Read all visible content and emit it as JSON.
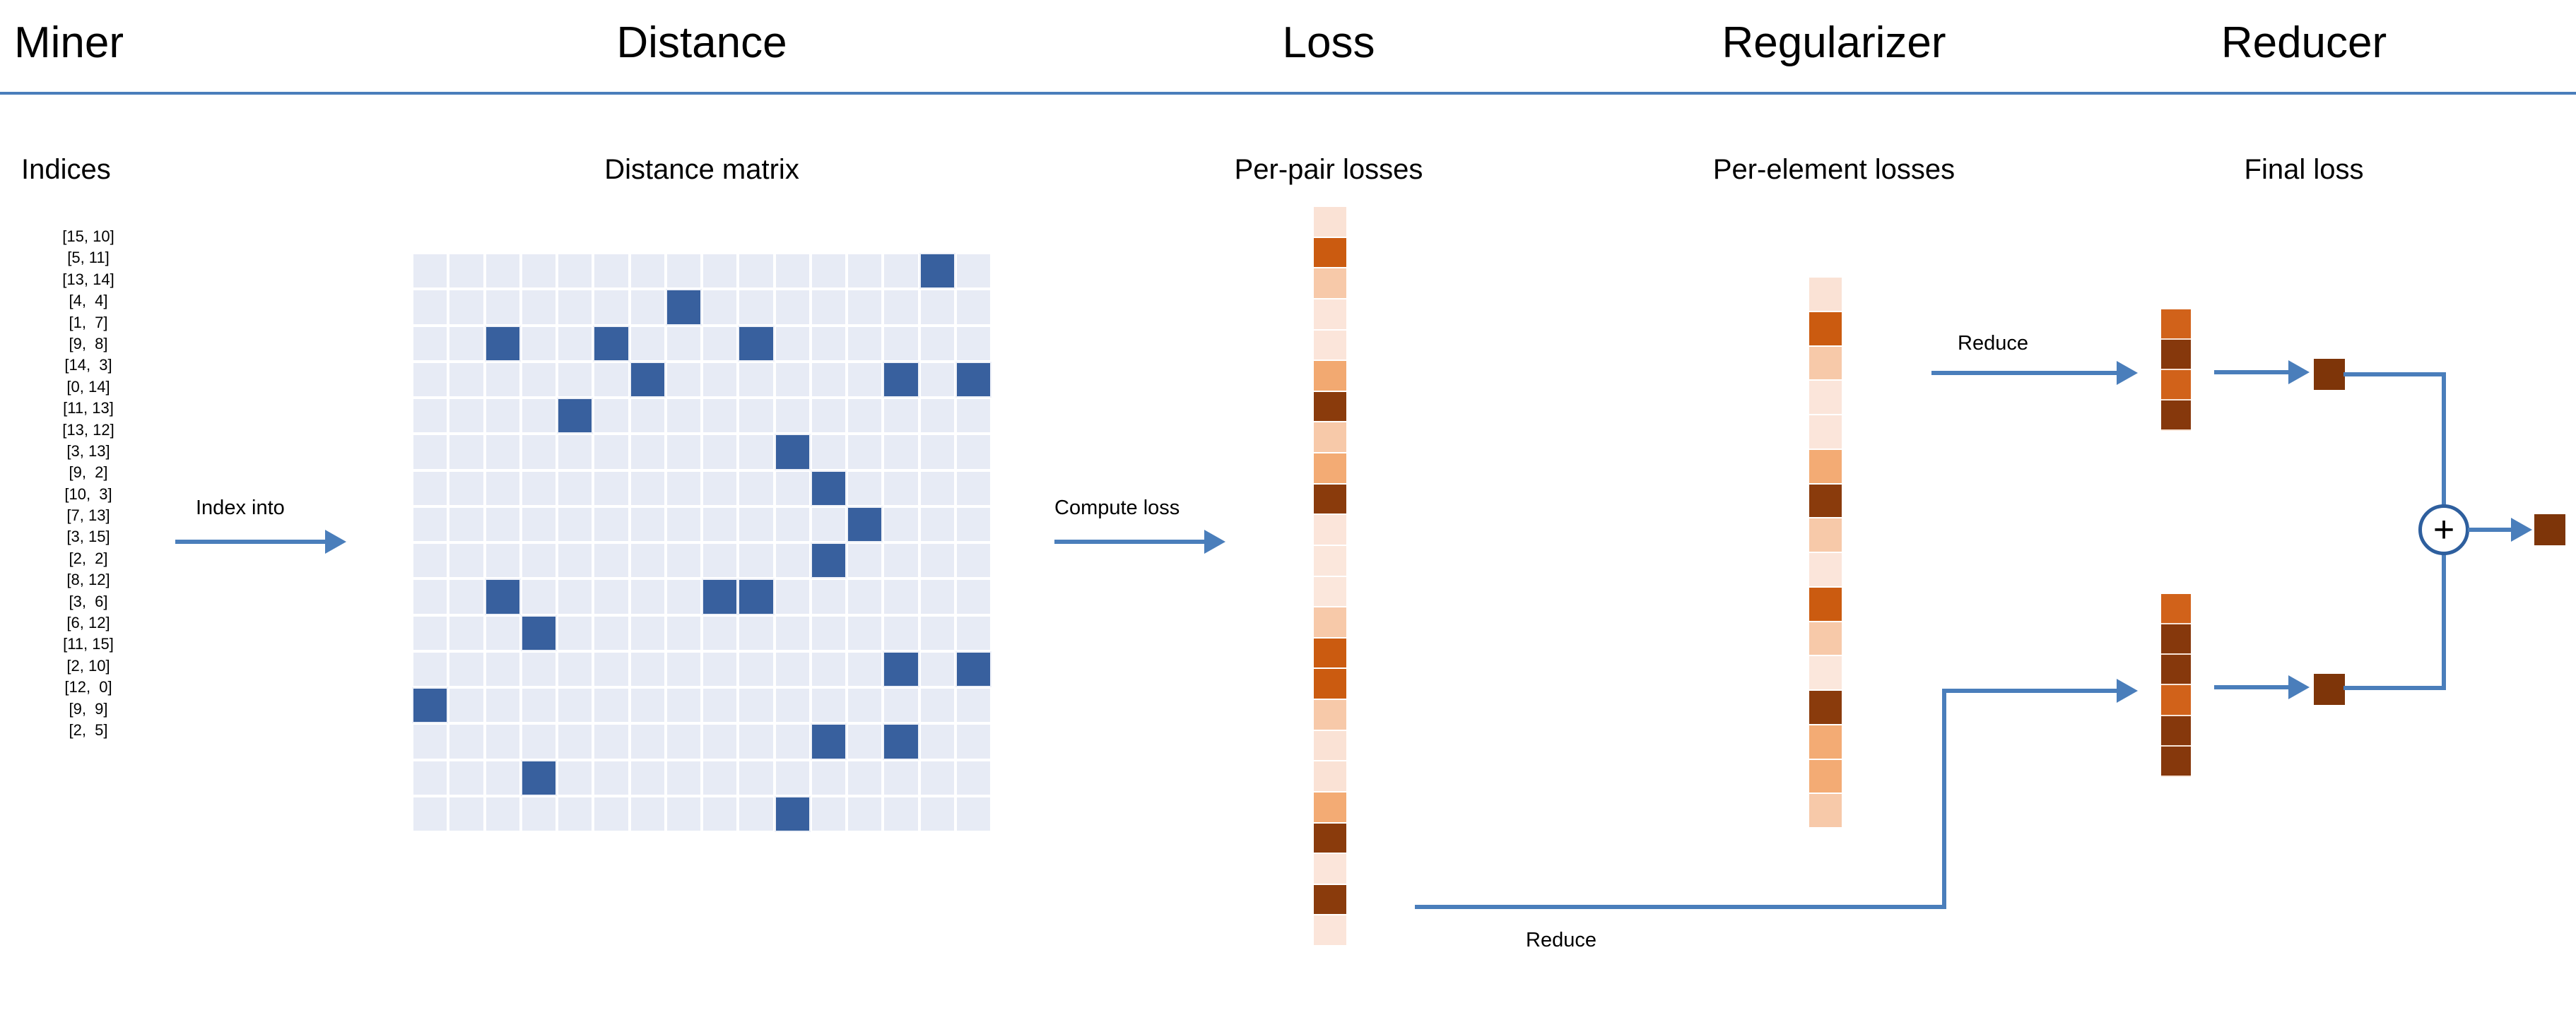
{
  "figure": {
    "background": "#ffffff",
    "accent_blue": "#4a7ebb",
    "matrix_cell_off": "#e7ebf5",
    "matrix_cell_on": "#38609e"
  },
  "stages": [
    {
      "title": "Miner",
      "subtitle": "Indices"
    },
    {
      "title": "Distance",
      "subtitle": "Distance matrix"
    },
    {
      "title": "Loss",
      "subtitle": "Per-pair losses"
    },
    {
      "title": "Regularizer",
      "subtitle": "Per-element losses"
    },
    {
      "title": "Reducer",
      "subtitle": "Final loss"
    }
  ],
  "arrows": [
    {
      "label": "Index into"
    },
    {
      "label": "Compute loss"
    },
    {
      "label": "Reduce"
    },
    {
      "label": "Reduce"
    }
  ],
  "plus_node": {
    "glyph": "+"
  },
  "indices": {
    "pairs": [
      "[15, 10]",
      "[5, 11]",
      "[13, 14]",
      "[4,  4]",
      "[1,  7]",
      "[9,  8]",
      "[14,  3]",
      "[0, 14]",
      "[11, 13]",
      "[13, 12]",
      "[3, 13]",
      "[9,  2]",
      "[10,  3]",
      "[7, 13]",
      "[3, 15]",
      "[2,  2]",
      "[8, 12]",
      "[3,  6]",
      "[6, 12]",
      "[11, 15]",
      "[2, 10]",
      "[12,  0]",
      "[9,  9]",
      "[2,  5]"
    ]
  },
  "chart_data": {
    "type": "heatmap",
    "title": "Distance matrix",
    "rows": 16,
    "cols": 16,
    "highlighted_cells": [
      [
        0,
        14
      ],
      [
        1,
        7
      ],
      [
        2,
        2
      ],
      [
        2,
        5
      ],
      [
        2,
        9
      ],
      [
        3,
        6
      ],
      [
        3,
        13
      ],
      [
        3,
        15
      ],
      [
        4,
        4
      ],
      [
        5,
        10
      ],
      [
        6,
        11
      ],
      [
        7,
        12
      ],
      [
        8,
        11
      ],
      [
        9,
        2
      ],
      [
        9,
        8
      ],
      [
        9,
        9
      ],
      [
        10,
        3
      ],
      [
        11,
        13
      ],
      [
        11,
        15
      ],
      [
        12,
        0
      ],
      [
        13,
        11
      ],
      [
        13,
        13
      ],
      [
        14,
        3
      ],
      [
        15,
        10
      ]
    ],
    "off_color": "#e7ebf5",
    "on_color": "#38609e"
  },
  "per_pair_losses": {
    "count": 24,
    "colors": [
      "#fae2d5",
      "#cb5b10",
      "#f7c9a9",
      "#fbe5da",
      "#fbe5da",
      "#f2a971",
      "#8a3b0c",
      "#f7c9a9",
      "#f3ab74",
      "#8a3b0c",
      "#fbe5da",
      "#fbe7dc",
      "#fbe7dc",
      "#f7c9a9",
      "#cb5b10",
      "#cb5b10",
      "#f7c9a9",
      "#fae2d5",
      "#fae2d5",
      "#f3ab74",
      "#8a3b0c",
      "#fbe5da",
      "#8a3b0c",
      "#fbe5da"
    ]
  },
  "per_element_losses": {
    "count": 16,
    "colors": [
      "#fae2d5",
      "#cb5b10",
      "#f7c9a9",
      "#fbe5da",
      "#fbe5da",
      "#f3ab74",
      "#8a3b0c",
      "#f7c9a9",
      "#fbe5da",
      "#cb5b10",
      "#f7c9a9",
      "#fbe7dc",
      "#8a3b0c",
      "#f3ab74",
      "#f3ab74",
      "#f7c9a9"
    ]
  },
  "reducer": {
    "top_stack": {
      "count": 4,
      "colors": [
        "#d1621a",
        "#86380c",
        "#d1621a",
        "#86380c"
      ]
    },
    "bottom_stack": {
      "count": 6,
      "colors": [
        "#d1621a",
        "#86380c",
        "#86380c",
        "#d1621a",
        "#86380c",
        "#86380c"
      ]
    },
    "top_reduced": {
      "color": "#7e3509"
    },
    "bottom_reduced": {
      "color": "#7e3509"
    },
    "final": {
      "color": "#7e3509"
    }
  }
}
